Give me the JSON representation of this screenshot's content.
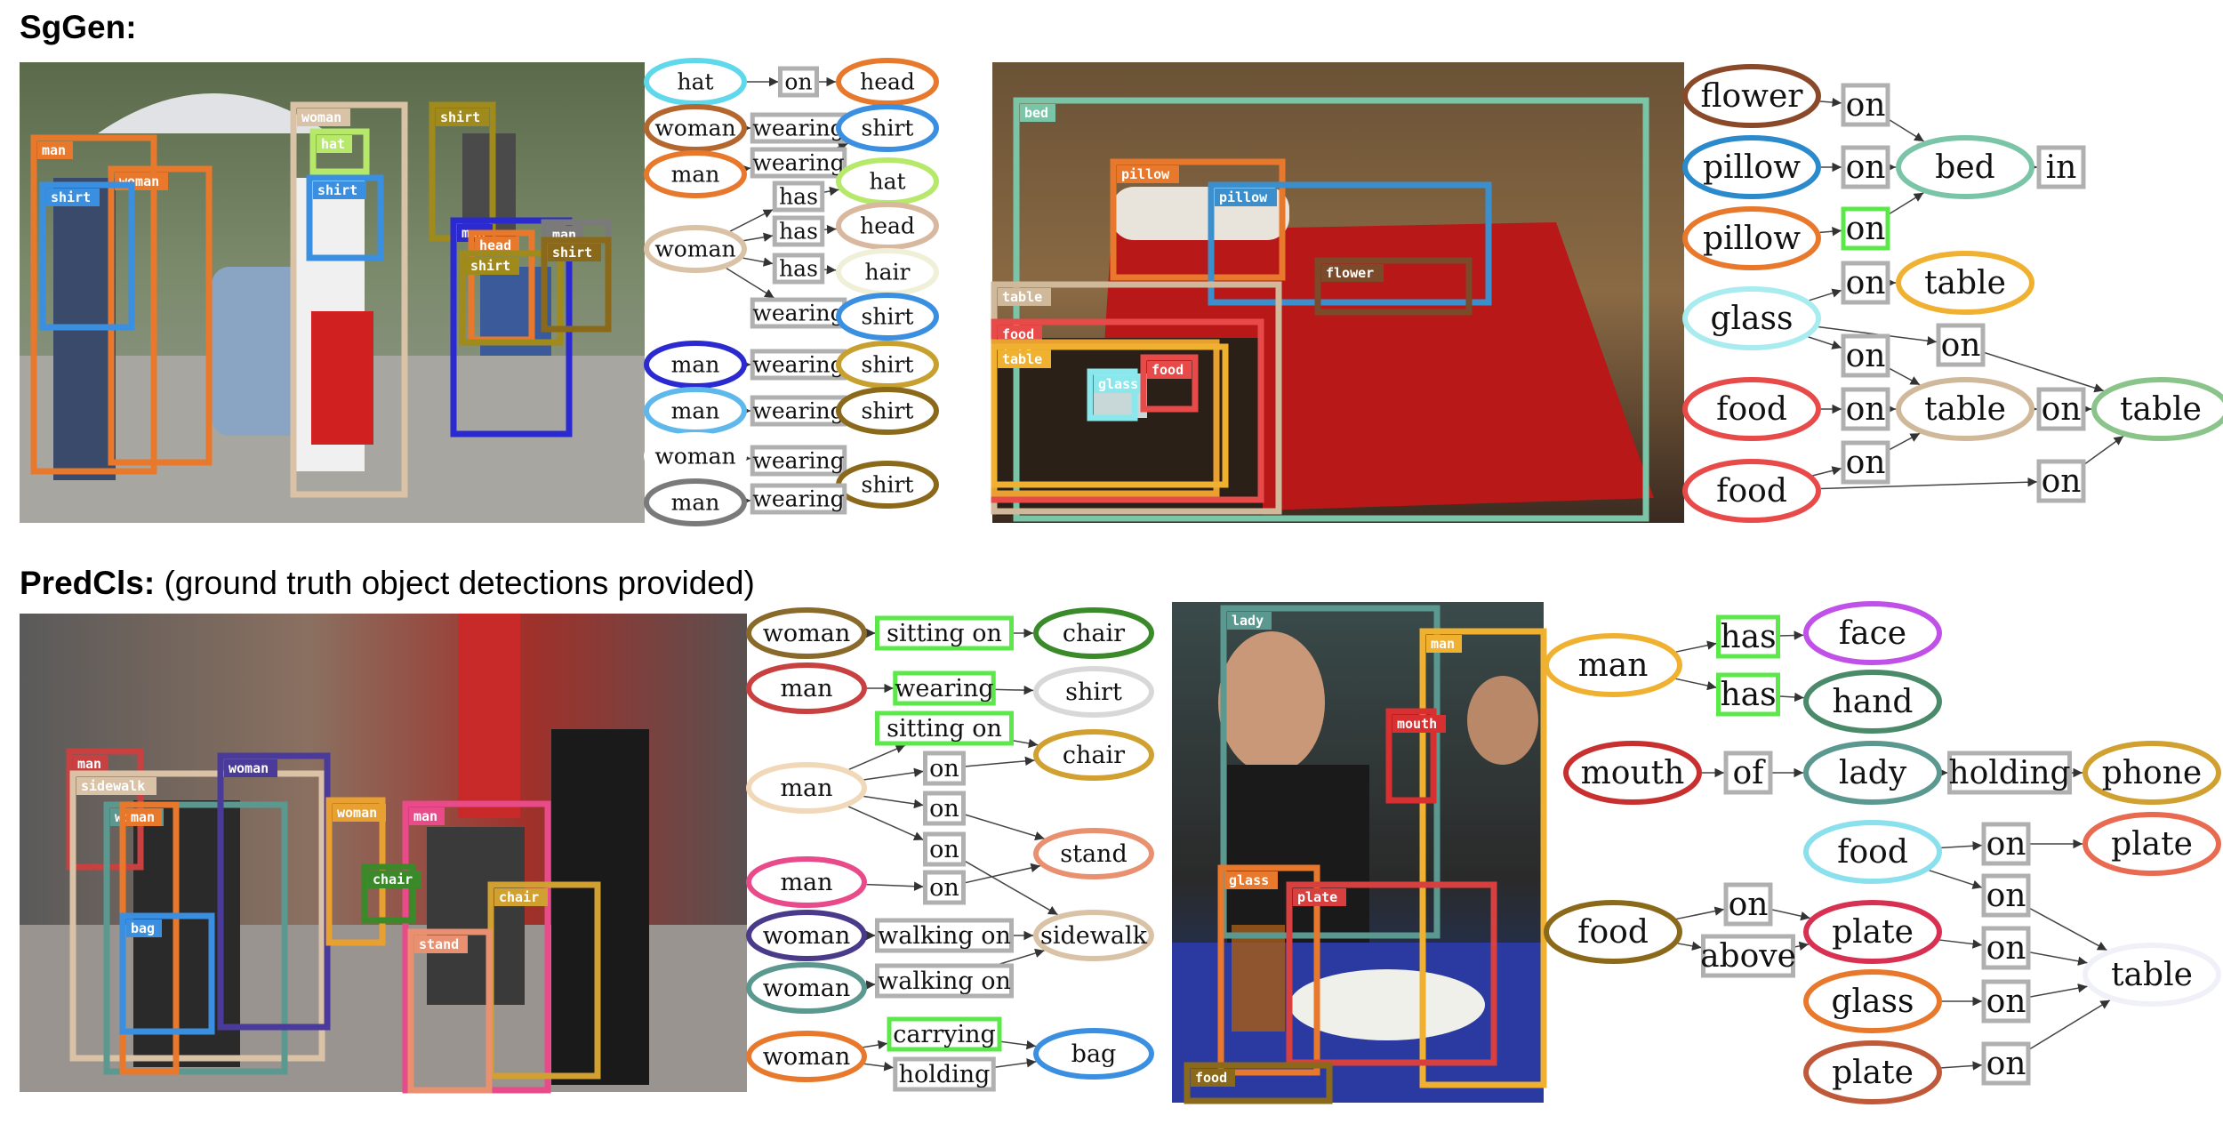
{
  "headers": {
    "sggen": "SgGen:",
    "predcls_bold": "PredCls:",
    "predcls_rest": "(ground truth object detections provided)"
  },
  "panels": [
    {
      "id": "panel1",
      "photo": "street vendor umbrella scene",
      "boxes": [
        {
          "label": "man",
          "color": "#e8792c"
        },
        {
          "label": "woman",
          "color": "#e8792c"
        },
        {
          "label": "shirt",
          "color": "#3b8fe0"
        },
        {
          "label": "woman",
          "color": "#d9c2a6"
        },
        {
          "label": "hat",
          "color": "#b6e86a"
        },
        {
          "label": "shirt",
          "color": "#3b8fe0"
        },
        {
          "label": "shirt",
          "color": "#a08a1c"
        },
        {
          "label": "man",
          "color": "#2a2ad0"
        },
        {
          "label": "head",
          "color": "#e8792c"
        },
        {
          "label": "shirt",
          "color": "#a08a1c"
        },
        {
          "label": "man",
          "color": "#7a7a7a"
        },
        {
          "label": "shirt",
          "color": "#8a6a1a"
        }
      ],
      "nodes": [
        {
          "id": "n1",
          "label": "hat",
          "color": "#5fd8ec"
        },
        {
          "id": "n2",
          "label": "on",
          "color": "#b0b0b0",
          "rel": true
        },
        {
          "id": "n3",
          "label": "head",
          "color": "#e8792c"
        },
        {
          "id": "n4",
          "label": "woman",
          "color": "#b3672e"
        },
        {
          "id": "n5",
          "label": "wearing",
          "color": "#b0b0b0",
          "rel": true
        },
        {
          "id": "n6",
          "label": "shirt",
          "color": "#3b8fe0"
        },
        {
          "id": "n7",
          "label": "man",
          "color": "#e8792c"
        },
        {
          "id": "n8",
          "label": "wearing",
          "color": "#b0b0b0",
          "rel": true
        },
        {
          "id": "n9",
          "label": "has",
          "color": "#b0b0b0",
          "rel": true
        },
        {
          "id": "n10",
          "label": "hat",
          "color": "#b6e86a"
        },
        {
          "id": "n11",
          "label": "woman",
          "color": "#d9c2a6"
        },
        {
          "id": "n12",
          "label": "has",
          "color": "#b0b0b0",
          "rel": true
        },
        {
          "id": "n13",
          "label": "head",
          "color": "#d9b8a0"
        },
        {
          "id": "n14",
          "label": "has",
          "color": "#b0b0b0",
          "rel": true
        },
        {
          "id": "n15",
          "label": "hair",
          "color": "#f0f0d8"
        },
        {
          "id": "n16",
          "label": "wearing",
          "color": "#b0b0b0",
          "rel": true
        },
        {
          "id": "n17",
          "label": "shirt",
          "color": "#3b8fe0"
        },
        {
          "id": "n18",
          "label": "man",
          "color": "#2a2ad0"
        },
        {
          "id": "n19",
          "label": "wearing",
          "color": "#b0b0b0",
          "rel": true
        },
        {
          "id": "n20",
          "label": "shirt",
          "color": "#c8a030"
        },
        {
          "id": "n21",
          "label": "man",
          "color": "#5fb8ec"
        },
        {
          "id": "n22",
          "label": "wearing",
          "color": "#b0b0b0",
          "rel": true
        },
        {
          "id": "n23",
          "label": "shirt",
          "color": "#8a6a1a"
        },
        {
          "id": "n24",
          "label": "woman",
          "color": "#ffffff"
        },
        {
          "id": "n25",
          "label": "wearing",
          "color": "#b0b0b0",
          "rel": true
        },
        {
          "id": "n26",
          "label": "shirt",
          "color": "#8a6a1a"
        },
        {
          "id": "n27",
          "label": "man",
          "color": "#7a7a7a"
        },
        {
          "id": "n28",
          "label": "wearing",
          "color": "#b0b0b0",
          "rel": true
        }
      ]
    },
    {
      "id": "panel2",
      "photo": "bedroom with bed and table",
      "boxes": [
        {
          "label": "bed",
          "color": "#7ac4a8"
        },
        {
          "label": "pillow",
          "color": "#e8792c"
        },
        {
          "label": "pillow",
          "color": "#3b8fcc"
        },
        {
          "label": "flower",
          "color": "#7a4a2a"
        },
        {
          "label": "table",
          "color": "#d0b89a"
        },
        {
          "label": "food",
          "color": "#e84a4a"
        },
        {
          "label": "table",
          "color": "#e8a030"
        },
        {
          "label": "table",
          "color": "#f0b030"
        },
        {
          "label": "glass",
          "color": "#8ae8ec"
        },
        {
          "label": "food",
          "color": "#e84a4a"
        }
      ],
      "nodes": [
        {
          "id": "m1",
          "label": "flower",
          "color": "#8a4a2a"
        },
        {
          "id": "m2",
          "label": "on",
          "color": "#b0b0b0",
          "rel": true
        },
        {
          "id": "m3",
          "label": "bed",
          "color": "#7ac4a8"
        },
        {
          "id": "m4",
          "label": "in",
          "color": "#b0b0b0",
          "rel": true
        },
        {
          "id": "m5",
          "label": "pillow",
          "color": "#2a8acc"
        },
        {
          "id": "m6",
          "label": "on",
          "color": "#b0b0b0",
          "rel": true
        },
        {
          "id": "m7",
          "label": "pillow",
          "color": "#e8792c"
        },
        {
          "id": "m8",
          "label": "on",
          "color": "#5ce84a",
          "rel": true
        },
        {
          "id": "m9",
          "label": "glass",
          "color": "#a8ecf0"
        },
        {
          "id": "m10",
          "label": "on",
          "color": "#b0b0b0",
          "rel": true
        },
        {
          "id": "m11",
          "label": "table",
          "color": "#f0b030"
        },
        {
          "id": "m12",
          "label": "on",
          "color": "#b0b0b0",
          "rel": true
        },
        {
          "id": "m13",
          "label": "on",
          "color": "#b0b0b0",
          "rel": true
        },
        {
          "id": "m14",
          "label": "food",
          "color": "#e84a4a"
        },
        {
          "id": "m15",
          "label": "on",
          "color": "#b0b0b0",
          "rel": true
        },
        {
          "id": "m16",
          "label": "table",
          "color": "#d0b89a"
        },
        {
          "id": "m17",
          "label": "on",
          "color": "#b0b0b0",
          "rel": true
        },
        {
          "id": "m18",
          "label": "table",
          "color": "#8ac48a"
        },
        {
          "id": "m19",
          "label": "food",
          "color": "#e84a4a"
        },
        {
          "id": "m20",
          "label": "on",
          "color": "#b0b0b0",
          "rel": true
        },
        {
          "id": "m21",
          "label": "on",
          "color": "#b0b0b0",
          "rel": true
        }
      ]
    },
    {
      "id": "panel3",
      "photo": "city sidewalk with violinist",
      "boxes": [
        {
          "label": "man",
          "color": "#c84040"
        },
        {
          "label": "sidewalk",
          "color": "#d9c2a6"
        },
        {
          "label": "woman",
          "color": "#5a9890"
        },
        {
          "label": "man",
          "color": "#e8792c"
        },
        {
          "label": "woman",
          "color": "#4a3a9a"
        },
        {
          "label": "woman",
          "color": "#e8a030"
        },
        {
          "label": "man",
          "color": "#e84a8a"
        },
        {
          "label": "chair",
          "color": "#3a8a2a"
        },
        {
          "label": "chair",
          "color": "#d0a030"
        },
        {
          "label": "stand",
          "color": "#e89070"
        },
        {
          "label": "bag",
          "color": "#3b8fe0"
        }
      ],
      "nodes": [
        {
          "id": "p1",
          "label": "woman",
          "color": "#8a6a2a"
        },
        {
          "id": "p2",
          "label": "sitting on",
          "color": "#5ce84a",
          "rel": true
        },
        {
          "id": "p3",
          "label": "chair",
          "color": "#3a8a2a"
        },
        {
          "id": "p4",
          "label": "man",
          "color": "#c84040"
        },
        {
          "id": "p5",
          "label": "wearing",
          "color": "#5ce84a",
          "rel": true
        },
        {
          "id": "p6",
          "label": "shirt",
          "color": "#d8d8d8"
        },
        {
          "id": "p7",
          "label": "sitting on",
          "color": "#5ce84a",
          "rel": true
        },
        {
          "id": "p8",
          "label": "chair",
          "color": "#d0a030"
        },
        {
          "id": "p9",
          "label": "man",
          "color": "#f0d8b8"
        },
        {
          "id": "p10",
          "label": "on",
          "color": "#b0b0b0",
          "rel": true
        },
        {
          "id": "p11",
          "label": "on",
          "color": "#b0b0b0",
          "rel": true
        },
        {
          "id": "p12",
          "label": "on",
          "color": "#b0b0b0",
          "rel": true
        },
        {
          "id": "p13",
          "label": "stand",
          "color": "#e89070"
        },
        {
          "id": "p14",
          "label": "man",
          "color": "#e84a8a"
        },
        {
          "id": "p15",
          "label": "on",
          "color": "#b0b0b0",
          "rel": true
        },
        {
          "id": "p16",
          "label": "woman",
          "color": "#4a3a8a"
        },
        {
          "id": "p17",
          "label": "walking on",
          "color": "#b0b0b0",
          "rel": true
        },
        {
          "id": "p18",
          "label": "sidewalk",
          "color": "#d9c2a6"
        },
        {
          "id": "p19",
          "label": "woman",
          "color": "#5a9890"
        },
        {
          "id": "p20",
          "label": "walking on",
          "color": "#b0b0b0",
          "rel": true
        },
        {
          "id": "p21",
          "label": "woman",
          "color": "#e8792c"
        },
        {
          "id": "p22",
          "label": "carrying",
          "color": "#5ce84a",
          "rel": true
        },
        {
          "id": "p23",
          "label": "bag",
          "color": "#3b8fe0"
        },
        {
          "id": "p24",
          "label": "holding",
          "color": "#b0b0b0",
          "rel": true
        }
      ]
    },
    {
      "id": "panel4",
      "photo": "restaurant table with people",
      "boxes": [
        {
          "label": "lady",
          "color": "#5a9890"
        },
        {
          "label": "man",
          "color": "#f0b030"
        },
        {
          "label": "mouth",
          "color": "#d83030"
        },
        {
          "label": "glass",
          "color": "#e8792c"
        },
        {
          "label": "plate",
          "color": "#d84040"
        },
        {
          "label": "food",
          "color": "#8a6a1a"
        }
      ],
      "nodes": [
        {
          "id": "q1",
          "label": "man",
          "color": "#f0b030"
        },
        {
          "id": "q2",
          "label": "has",
          "color": "#5ce84a",
          "rel": true
        },
        {
          "id": "q3",
          "label": "face",
          "color": "#c050e8"
        },
        {
          "id": "q4",
          "label": "has",
          "color": "#5ce84a",
          "rel": true
        },
        {
          "id": "q5",
          "label": "hand",
          "color": "#4a8a6a"
        },
        {
          "id": "q6",
          "label": "mouth",
          "color": "#c83030"
        },
        {
          "id": "q7",
          "label": "of",
          "color": "#b0b0b0",
          "rel": true
        },
        {
          "id": "q8",
          "label": "lady",
          "color": "#5a9890"
        },
        {
          "id": "q9",
          "label": "holding",
          "color": "#b0b0b0",
          "rel": true
        },
        {
          "id": "q10",
          "label": "phone",
          "color": "#d0a030"
        },
        {
          "id": "q11",
          "label": "food",
          "color": "#8ae0ec"
        },
        {
          "id": "q12",
          "label": "on",
          "color": "#b0b0b0",
          "rel": true
        },
        {
          "id": "q13",
          "label": "plate",
          "color": "#e86a50"
        },
        {
          "id": "q14",
          "label": "on",
          "color": "#b0b0b0",
          "rel": true
        },
        {
          "id": "q15",
          "label": "food",
          "color": "#8a6a1a"
        },
        {
          "id": "q16",
          "label": "on",
          "color": "#b0b0b0",
          "rel": true
        },
        {
          "id": "q17",
          "label": "plate",
          "color": "#d83050"
        },
        {
          "id": "q18",
          "label": "above",
          "color": "#b0b0b0",
          "rel": true
        },
        {
          "id": "q19",
          "label": "on",
          "color": "#b0b0b0",
          "rel": true
        },
        {
          "id": "q20",
          "label": "table",
          "color": "#f0f0f8"
        },
        {
          "id": "q21",
          "label": "glass",
          "color": "#e8792c"
        },
        {
          "id": "q22",
          "label": "on",
          "color": "#b0b0b0",
          "rel": true
        },
        {
          "id": "q23",
          "label": "plate",
          "color": "#c0583a"
        },
        {
          "id": "q24",
          "label": "on",
          "color": "#b0b0b0",
          "rel": true
        }
      ]
    }
  ]
}
